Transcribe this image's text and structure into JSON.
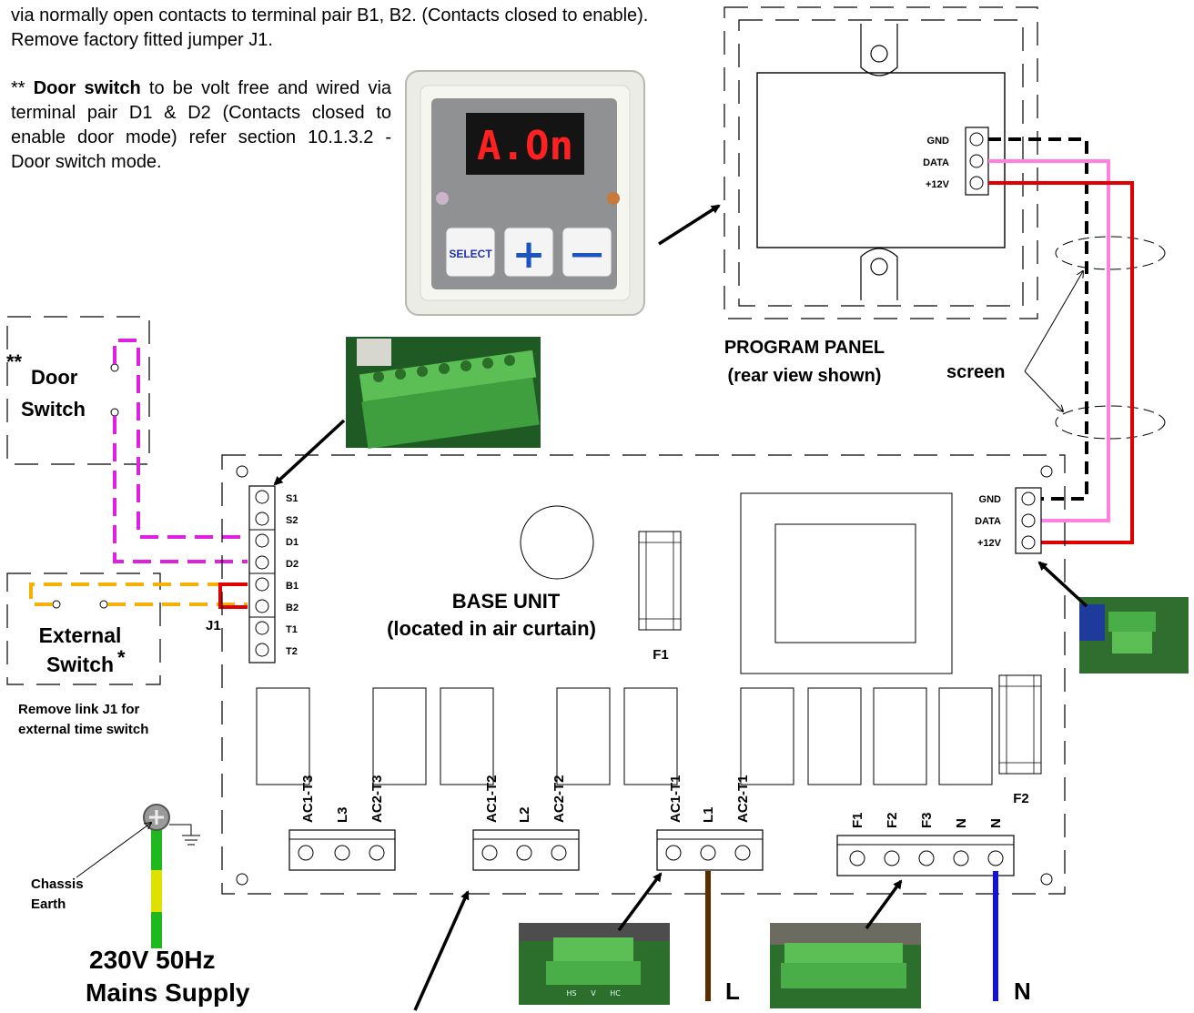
{
  "intro_text": "via normally open contacts to terminal pair B1, B2. (Contacts closed to enable). Remove factory fitted jumper J1.",
  "door_note": {
    "prefix": "** ",
    "bold": "Door switch",
    "rest": " to be volt free and wired via terminal pair D1 & D2 (Contacts closed to enable door mode) refer section 10.1.3.2 - Door switch mode."
  },
  "controller_display": "A.On",
  "controller_buttons": {
    "select": "SELECT",
    "plus": "+",
    "minus": "—"
  },
  "program_panel": {
    "terminals": [
      "GND",
      "DATA",
      "+12V"
    ],
    "title_line1": "PROGRAM PANEL",
    "title_line2": "(rear view shown)"
  },
  "screen_label": "screen",
  "door_switch": {
    "stars": "**",
    "line1": "Door",
    "line2": "Switch"
  },
  "external_switch": {
    "line1": "External",
    "line2": "Switch",
    "star": "*"
  },
  "remove_link_note": {
    "line1": "Remove link J1 for",
    "line2": "external time switch"
  },
  "jumper_label": "J1",
  "base_terminals": [
    "S1",
    "S2",
    "D1",
    "D2",
    "B1",
    "B2",
    "T1",
    "T2"
  ],
  "base_unit": {
    "line1": "BASE UNIT",
    "line2": "(located in air curtain)"
  },
  "base_program_terminals": [
    "GND",
    "DATA",
    "+12V"
  ],
  "fuses": {
    "f1": "F1",
    "f2": "F2"
  },
  "terminal_blocks": [
    [
      "AC1-T3",
      "L3",
      "AC2-T3"
    ],
    [
      "AC1-T2",
      "L2",
      "AC2-T2"
    ],
    [
      "AC1-T1",
      "L1",
      "AC2-T1"
    ],
    [
      "F1",
      "F2",
      "F3",
      "N",
      "N"
    ]
  ],
  "chassis_earth": {
    "line1": "Chassis",
    "line2": "Earth"
  },
  "mains": {
    "line1": "230V 50Hz",
    "line2": "Mains Supply"
  },
  "supply_leads": {
    "live": "L",
    "neutral": "N"
  },
  "photo_block_labels": [
    "HS",
    "V",
    "HC"
  ],
  "colors": {
    "magenta": "#e020e0",
    "orange": "#f5b000",
    "red": "#e00000",
    "pink": "#ff80e0",
    "brown": "#5a2d00",
    "blue": "#1010e0",
    "earth_green": "#1fb81f",
    "earth_yellow": "#e0e000",
    "pcb_green": "#3c8f3c",
    "terminal_green": "#4fbf4f"
  }
}
